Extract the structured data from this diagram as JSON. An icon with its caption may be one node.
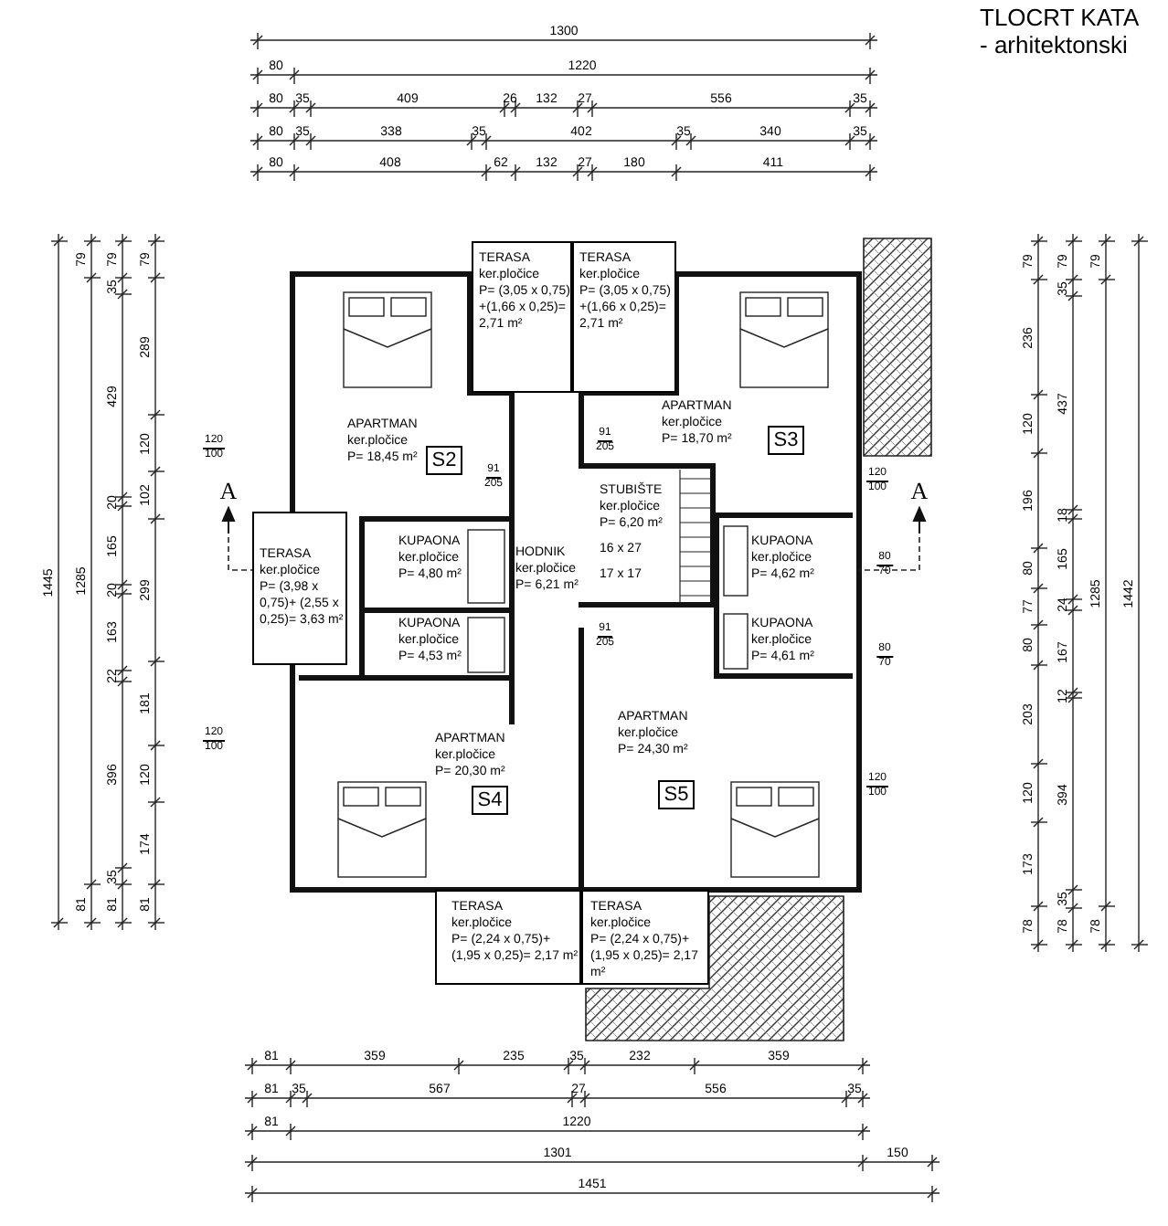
{
  "diagram": {
    "title": "TLOCRT KATA",
    "nodes": [
      {
        "text": [
          "TERASA",
          "ker.pločice",
          "P= (3,05 x 0,75) +(1,66 x 0,25)= 2,71 m²"
        ]
      },
      {
        "text": [
          "TERASA",
          "ker.pločice",
          "P= (3,05 x 0,75) +(1,66 x 0,25)= 2,71 m²"
        ]
      },
      {
        "text": [
          "APARTMAN",
          "ker.pločice",
          "P= 18,45 m²"
        ]
      },
      {
        "text": [
          "S2"
        ],
        "in": 2
      },
      {
        "text": [
          "APARTMAN",
          "ker.pločice",
          "P= 18,70 m²"
        ]
      },
      {
        "text": [
          "S3"
        ],
        "in": 4
      },
      {
        "text": [
          "KUPAONA",
          "ker.pločice",
          "P= 4,80 m²"
        ]
      },
      {
        "text": [
          "HODNIK",
          "ker.pločice",
          "P= 6,21 m²"
        ]
      },
      {
        "text": [
          "STUBIŠTE",
          "ker.pločice",
          "P= 6,20 m²",
          "16 x 27",
          "17 x 17"
        ]
      },
      {
        "text": [
          "KUPAONA",
          "ker.pločice",
          "P= 4,62 m²"
        ]
      },
      {
        "text": [
          "TERASA",
          "ker.pločice",
          "P= (3,98 x 0,75)+ (2,55 x 0,25)= 3,63 m²"
        ]
      },
      {
        "text": [
          "KUPAONA",
          "ker.pločice",
          "P= 4,53 m²"
        ]
      },
      {
        "text": [
          "KUPAONA",
          "ker.pločice",
          "P= 4,61 m²"
        ]
      },
      {
        "text": [
          "APARTMAN",
          "ker.pločice",
          "P= 20,30 m²"
        ]
      },
      {
        "text": [
          "S4"
        ],
        "in": 13
      },
      {
        "text": [
          "APARTMAN",
          "ker.pločice",
          "P= 24,30 m²"
        ]
      },
      {
        "text": [
          "S5"
        ],
        "in": 15
      },
      {
        "text": [
          "TERASA",
          "ker.pločice",
          "P= (2,24 x 0,75)+ (1,95 x 0,25)= 2,17 m²"
        ]
      },
      {
        "text": [
          "TERASA",
          "ker.pločice",
          "P= (2,24 x 0,75)+ (1,95 x 0,25)= 2,17 m²"
        ]
      },
      {
        "text": [],
        "shape": "box"
      },
      {
        "text": [],
        "shape": "box"
      }
    ],
    "labels": [
      "- arhitektonski",
      "1300",
      "80",
      "1220",
      "80",
      "35",
      "409",
      "26",
      "132",
      "27",
      "556",
      "35",
      "80",
      "35",
      "338",
      "35",
      "402",
      "35",
      "340",
      "35",
      "80",
      "408",
      "62",
      "132",
      "27",
      "180",
      "411",
      "1445",
      "79",
      "1285",
      "81",
      "79",
      "35",
      "429",
      "20",
      "165",
      "20",
      "163",
      "22",
      "396",
      "35",
      "81",
      "79",
      "289",
      "120",
      "102",
      "299",
      "181",
      "120",
      "174",
      "81",
      "79",
      "236",
      "120",
      "196",
      "80",
      "77",
      "80",
      "203",
      "120",
      "173",
      "78",
      "79",
      "35",
      "437",
      "18",
      "165",
      "24",
      "167",
      "12",
      "394",
      "35",
      "78",
      "79",
      "1285",
      "78",
      "1442",
      "81",
      "359",
      "235",
      "35",
      "232",
      "359",
      "81",
      "35",
      "567",
      "27",
      "556",
      "35",
      "81",
      "1220",
      "1301",
      "150",
      "1451",
      "A",
      "A",
      "120",
      "100",
      "120",
      "100",
      "120",
      "100",
      "120",
      "100",
      "80",
      "70",
      "80",
      "70",
      "91",
      "205",
      "91",
      "205",
      "91",
      "205"
    ]
  }
}
